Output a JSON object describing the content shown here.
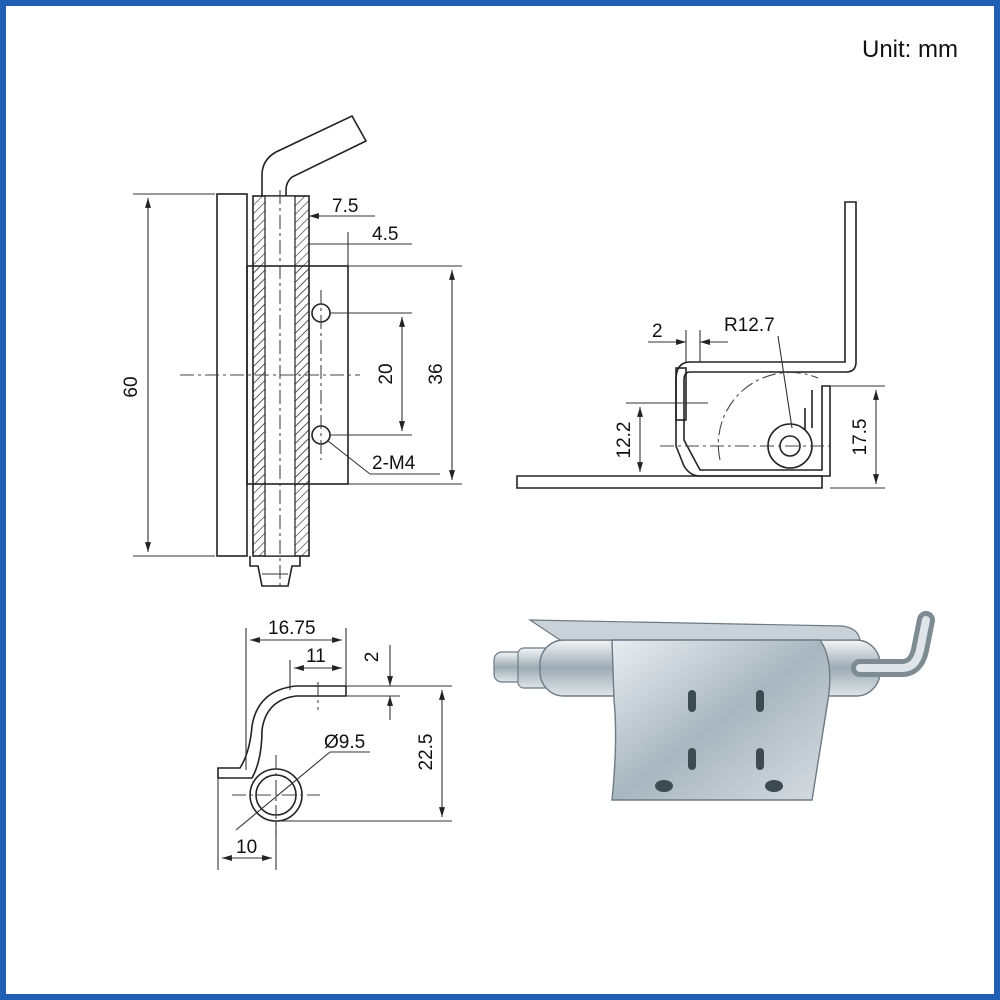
{
  "unit_label": "Unit:  mm",
  "front_view": {
    "dim_height": "60",
    "dim_pin_width": "7.5",
    "dim_offset": "4.5",
    "dim_hole_spacing": "20",
    "dim_leaf_height": "36",
    "hole_callout": "2-M4"
  },
  "side_view": {
    "dim_gap": "2",
    "dim_radius": "R12.7",
    "dim_left_height": "12.2",
    "dim_right_height": "17.5"
  },
  "end_view": {
    "dim_overall_width": "16.75",
    "dim_inner_width": "11",
    "dim_thickness": "2",
    "dim_diameter": "Ø9.5",
    "dim_height": "22.5",
    "dim_base": "10"
  },
  "colors": {
    "frame": "#1f5fb4",
    "line": "#222222",
    "metal": "#b8c4cc"
  }
}
